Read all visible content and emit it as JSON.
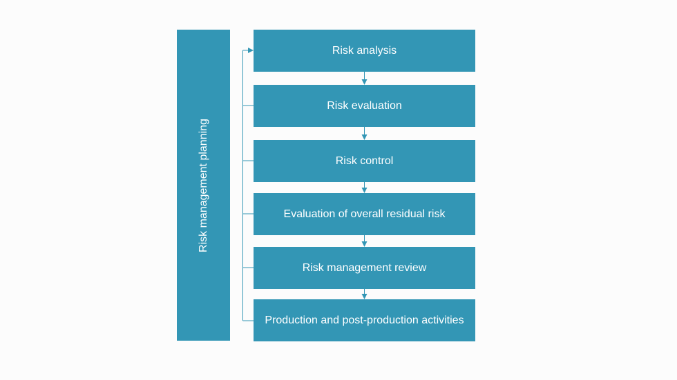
{
  "planning": {
    "label": "Risk management planning"
  },
  "steps": [
    {
      "label": "Risk analysis"
    },
    {
      "label": "Risk evaluation"
    },
    {
      "label": "Risk control"
    },
    {
      "label": "Evaluation of overall residual risk"
    },
    {
      "label": "Risk management review"
    },
    {
      "label": "Production and post-production activities"
    }
  ],
  "colors": {
    "box_fill": "#3396b5",
    "connector": "#3396b5",
    "text": "#ffffff"
  }
}
